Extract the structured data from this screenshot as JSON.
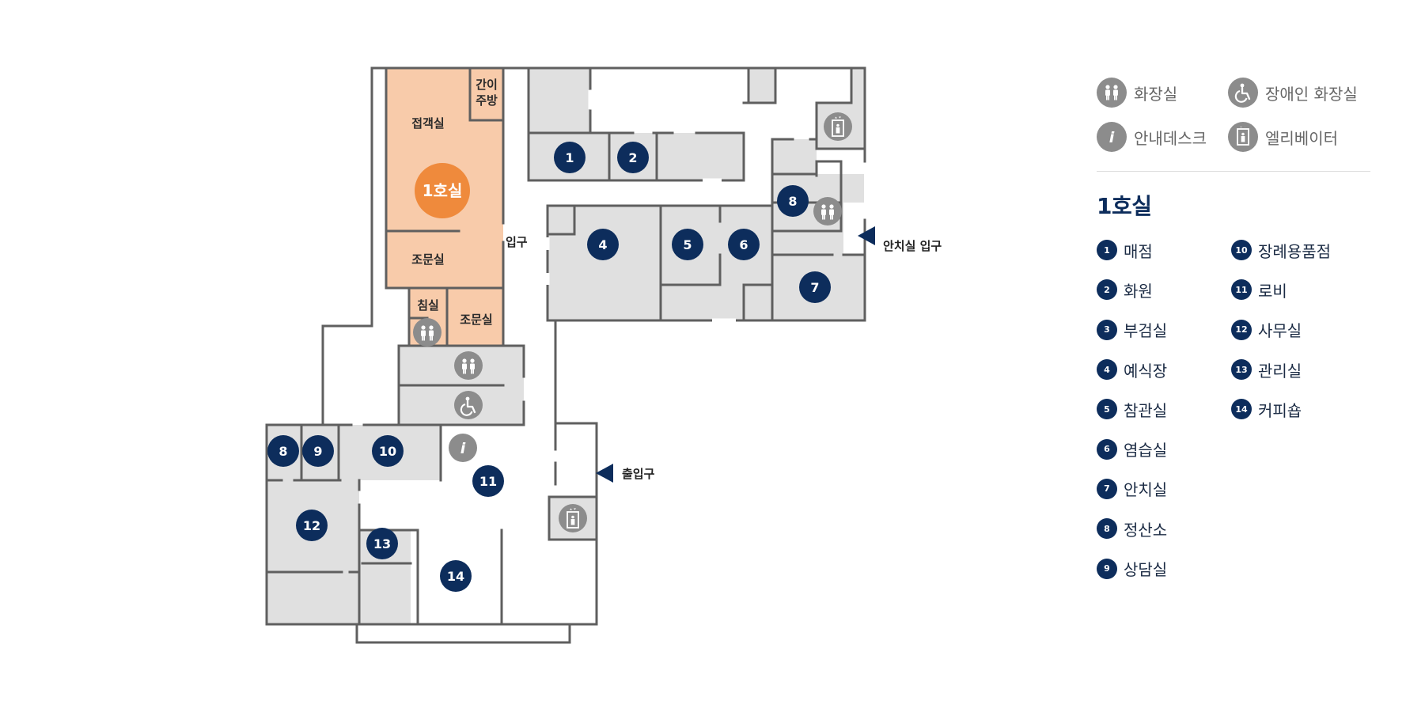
{
  "map": {
    "highlight_room": "1호실",
    "highlight_labels": {
      "kitchen": "간이\n주방",
      "reception": "접객실",
      "condolence_upper": "조문실",
      "bedroom": "침실",
      "condolence_lower": "조문실"
    },
    "entrances": {
      "room_entrance": "입구",
      "burial_entrance": "안치실 입구",
      "main_entrance": "출입구"
    },
    "markers": [
      "1",
      "2",
      "4",
      "5",
      "6",
      "7",
      "8",
      "8",
      "9",
      "10",
      "11",
      "12",
      "13",
      "14"
    ]
  },
  "amenities": [
    {
      "icon": "restroom-icon",
      "label": "화장실"
    },
    {
      "icon": "accessible-restroom-icon",
      "label": "장애인 화장실"
    },
    {
      "icon": "info-desk-icon",
      "label": "안내데스크"
    },
    {
      "icon": "elevator-icon",
      "label": "엘리베이터"
    }
  ],
  "legend": {
    "title": "1호실",
    "rooms": [
      {
        "num": "1",
        "name": "매점"
      },
      {
        "num": "2",
        "name": "화원"
      },
      {
        "num": "3",
        "name": "부검실"
      },
      {
        "num": "4",
        "name": "예식장"
      },
      {
        "num": "5",
        "name": "참관실"
      },
      {
        "num": "6",
        "name": "염습실"
      },
      {
        "num": "7",
        "name": "안치실"
      },
      {
        "num": "8",
        "name": "정산소"
      },
      {
        "num": "9",
        "name": "상담실"
      },
      {
        "num": "10",
        "name": "장례용품점"
      },
      {
        "num": "11",
        "name": "로비"
      },
      {
        "num": "12",
        "name": "사무실"
      },
      {
        "num": "13",
        "name": "관리실"
      },
      {
        "num": "14",
        "name": "커피숍"
      }
    ]
  },
  "colors": {
    "wall": "#5f5f5f",
    "room_fill": "#e0e0e0",
    "highlight_fill": "#f8cbaa",
    "highlight_badge": "#ef8a3c",
    "marker": "#0d2d5c",
    "amenity_icon": "#8c8c8c"
  }
}
